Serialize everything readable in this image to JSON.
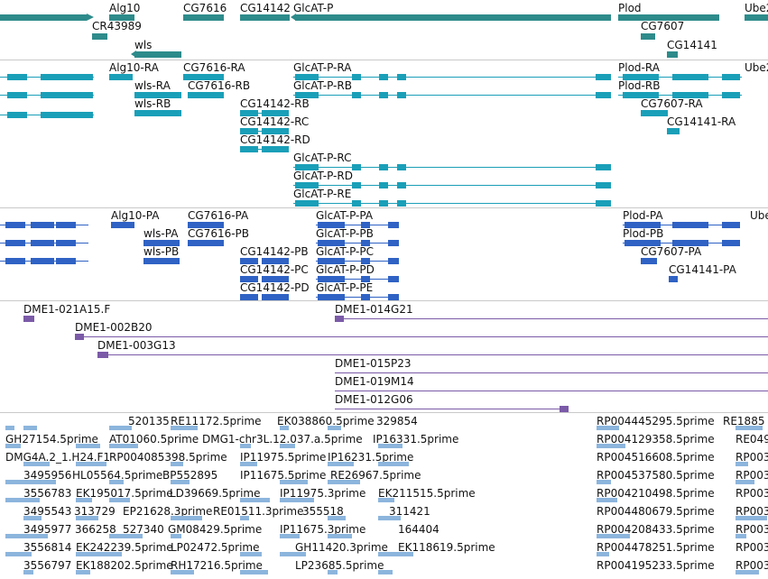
{
  "colors": {
    "gene": "#2e8b8b",
    "rna": "#1a9fb8",
    "protein": "#2f62c4",
    "clone": "#7b5aa8",
    "est": "#8cb5dd",
    "separator": "#c9c9c9"
  },
  "gene_track": [
    {
      "label": "Alg10"
    },
    {
      "label": "CR43989"
    },
    {
      "label": "wls"
    },
    {
      "label": "CG7616"
    },
    {
      "label": "CG14142"
    },
    {
      "label": "GlcAT-P"
    },
    {
      "label": "Plod"
    },
    {
      "label": "CG7607"
    },
    {
      "label": "CG14141"
    },
    {
      "label": "Ube2"
    }
  ],
  "rna_track": [
    {
      "label": "Alg10-RA"
    },
    {
      "label": "wls-RA"
    },
    {
      "label": "wls-RB"
    },
    {
      "label": "CG7616-RA"
    },
    {
      "label": "CG7616-RB"
    },
    {
      "label": "CG14142-RB"
    },
    {
      "label": "CG14142-RC"
    },
    {
      "label": "CG14142-RD"
    },
    {
      "label": "GlcAT-P-RA"
    },
    {
      "label": "GlcAT-P-RB"
    },
    {
      "label": "GlcAT-P-RC"
    },
    {
      "label": "GlcAT-P-RD"
    },
    {
      "label": "GlcAT-P-RE"
    },
    {
      "label": "Plod-RA"
    },
    {
      "label": "Plod-RB"
    },
    {
      "label": "CG7607-RA"
    },
    {
      "label": "CG14141-RA"
    },
    {
      "label": "Ube2"
    }
  ],
  "protein_track": [
    {
      "label": "Alg10-PA"
    },
    {
      "label": "wls-PA"
    },
    {
      "label": "wls-PB"
    },
    {
      "label": "CG7616-PA"
    },
    {
      "label": "CG7616-PB"
    },
    {
      "label": "CG14142-PB"
    },
    {
      "label": "CG14142-PC"
    },
    {
      "label": "CG14142-PD"
    },
    {
      "label": "GlcAT-P-PA"
    },
    {
      "label": "GlcAT-P-PB"
    },
    {
      "label": "GlcAT-P-PC"
    },
    {
      "label": "GlcAT-P-PD"
    },
    {
      "label": "GlcAT-P-PE"
    },
    {
      "label": "Plod-PA"
    },
    {
      "label": "Plod-PB"
    },
    {
      "label": "CG7607-PA"
    },
    {
      "label": "CG14141-PA"
    },
    {
      "label": "Ube"
    }
  ],
  "clone_track": [
    {
      "label": "DME1-021A15.F"
    },
    {
      "label": "DME1-002B20"
    },
    {
      "label": "DME1-003G13"
    },
    {
      "label": "DME1-014G21"
    },
    {
      "label": "DME1-015P23"
    },
    {
      "label": "DME1-019M14"
    },
    {
      "label": "DME1-012G06"
    }
  ],
  "est_track": [
    {
      "label": "520135"
    },
    {
      "label": "RE11172.5prime"
    },
    {
      "label": "EK038860.5prime"
    },
    {
      "label": "329854"
    },
    {
      "label": "RP004445295.5prime"
    },
    {
      "label": "RE1885"
    },
    {
      "label": "GH27154.5prime"
    },
    {
      "label": "AT01060.5prime"
    },
    {
      "label": "DMG1-chr3L.12.037.a.5prime"
    },
    {
      "label": "IP16331.5prime"
    },
    {
      "label": "RP004129358.5prime"
    },
    {
      "label": "RE049"
    },
    {
      "label": "DMG4A.2_1.H24.F1"
    },
    {
      "label": "RP004085398.5prime"
    },
    {
      "label": "IP11975.5prime"
    },
    {
      "label": "IP16231.5prime"
    },
    {
      "label": "RP004516608.5prime"
    },
    {
      "label": "RP003"
    },
    {
      "label": "3495956"
    },
    {
      "label": "HL05564.5prime"
    },
    {
      "label": "BP552895"
    },
    {
      "label": "IP11675.5prime"
    },
    {
      "label": "RE26967.5prime"
    },
    {
      "label": "RP004537580.5prime"
    },
    {
      "label": "RP003"
    },
    {
      "label": "3556783"
    },
    {
      "label": "EK195017.5prime"
    },
    {
      "label": "LD39669.5prime"
    },
    {
      "label": "IP11975.3prime"
    },
    {
      "label": "EK211515.5prime"
    },
    {
      "label": "RP004210498.5prime"
    },
    {
      "label": "RP003"
    },
    {
      "label": "3495543"
    },
    {
      "label": "313729"
    },
    {
      "label": "EP21628.3prime"
    },
    {
      "label": "RE01511.3prime"
    },
    {
      "label": "355518"
    },
    {
      "label": "311421"
    },
    {
      "label": "RP004480679.5prime"
    },
    {
      "label": "RP003"
    },
    {
      "label": "3495977"
    },
    {
      "label": "366258"
    },
    {
      "label": "527340"
    },
    {
      "label": "GM08429.5prime"
    },
    {
      "label": "IP11675.3prime"
    },
    {
      "label": "164404"
    },
    {
      "label": "RP004208433.5prime"
    },
    {
      "label": "RP003"
    },
    {
      "label": "3556814"
    },
    {
      "label": "EK242239.5prime"
    },
    {
      "label": "LP02472.5prime"
    },
    {
      "label": "GH11420.3prime"
    },
    {
      "label": "EK118619.5prime"
    },
    {
      "label": "RP004478251.5prime"
    },
    {
      "label": "RP003"
    },
    {
      "label": "3556797"
    },
    {
      "label": "EK188202.5prime"
    },
    {
      "label": "RH17216.5prime"
    },
    {
      "label": "LP23685.5prime"
    },
    {
      "label": "RP004195233.5prime"
    },
    {
      "label": "RP003"
    }
  ]
}
